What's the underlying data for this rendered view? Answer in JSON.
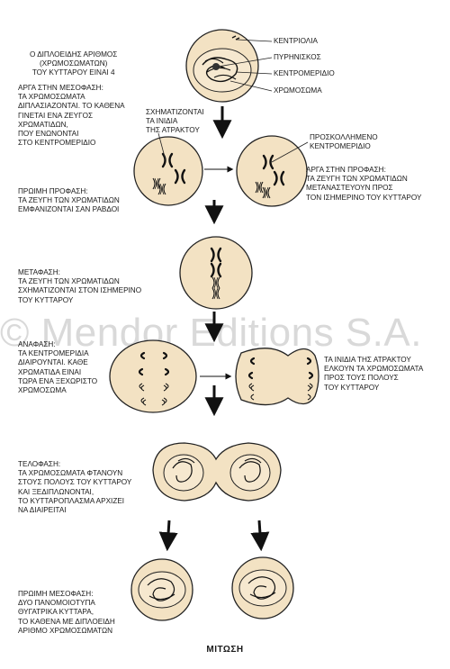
{
  "colors": {
    "cell_fill": "#f3e2c3",
    "stroke": "#222222",
    "chromosome": "#111111"
  },
  "watermark": "© Mendor Editions S.A.",
  "title": "ΜΙΤΩΣΗ",
  "labels": {
    "centrioles": "ΚΕΝΤΡΙΟΛΙΑ",
    "nucleolus": "ΠΥΡΗΝΙΣΚΟΣ",
    "centromere": "ΚΕΝΤΡΟΜΕΡΙΔΙΟ",
    "chromosome": "ΧΡΩΜΟΣΩΜΑ",
    "spindle": "ΣΧΗΜΑΤΙΖΟΝΤΑΙ\nΤΑ ΙΝΙΔΙΑ\nΤΗΣ ΑΤΡΑΚΤΟΥ",
    "attached_centromere": "ΠΡΟΣΚΟΛΛΗΜΕΝΟ\nΚΕΝΤΡΟΜΕΡΙΔΙΟ"
  },
  "captions": {
    "diploid": "Ο ΔΙΠΛΟΕΙΔΗΣ ΑΡΙΘΜΟΣ\n(ΧΡΩΜΟΣΩΜΑΤΩΝ)\nΤΟΥ ΚΥΤΤΑΡΟΥ ΕΙΝΑΙ 4",
    "late_interphase": "ΑΡΓΑ ΣΤΗΝ ΜΕΣΟΦΑΣΗ:\nΤΑ ΧΡΩΜΟΣΩΜΑΤΑ\nΔΙΠΛΑΣΙΑΖΟΝΤΑΙ. ΤΟ ΚΑΘΕΝΑ\nΓΙΝΕΤΑΙ ΕΝΑ ΖΕΥΓΟΣ\nΧΡΩΜΑΤΙΔΩΝ,\nΠΟΥ ΕΝΩΝΟΝΤΑΙ\nΣΤΟ ΚΕΝΤΡΟΜΕΡΙΔΙΟ",
    "early_prophase": "ΠΡΩΙΜΗ ΠΡΟΦΑΣΗ:\nΤΑ ΖΕΥΓΗ ΤΩΝ ΧΡΩΜΑΤΙΔΩΝ\nΕΜΦΑΝΙΖΟΝΤΑΙ ΣΑΝ ΡΑΒΔΟΙ",
    "late_prophase": "ΑΡΓΑ ΣΤΗΝ ΠΡΟΦΑΣΗ:\nΤΑ ΖΕΥΓΗ ΤΩΝ ΧΡΩΜΑΤΙΔΩΝ\nΜΕΤΑΝΑΣΤΕΥΟΥΝ ΠΡΟΣ\nΤΟΝ ΙΣΗΜΕΡΙΝΟ ΤΟΥ ΚΥΤΤΑΡΟΥ",
    "metaphase": "ΜΕΤΑΦΑΣΗ:\nΤΑ ΖΕΥΓΗ ΤΩΝ ΧΡΩΜΑΤΙΔΩΝ\nΣΧΗΜΑΤΙΖΟΝΤΑΙ ΣΤΟΝ ΙΣΗΜΕΡΙΝΟ\nΤΟΥ ΚΥΤΤΑΡΟΥ",
    "anaphase": "ΑΝΑΦΑΣΗ:\nΤΑ ΚΕΝΤΡΟΜΕΡΙΔΙΑ\nΔΙΑΙΡΟΥΝΤΑΙ. ΚΑΘΕ\nΧΡΩΜΑΤΙΔΑ ΕΙΝΑΙ\nΤΩΡΑ ΕΝΑ ΞΕΧΩΡΙΣΤΟ\nΧΡΩΜΟΣΩΜΑ",
    "spindle_pull": "ΤΑ ΙΝΙΔΙΑ ΤΗΣ ΑΤΡΑΚΤΟΥ\nΕΛΚΟΥΝ ΤΑ ΧΡΩΜΟΣΩΜΑΤΑ\nΠΡΟΣ ΤΟΥΣ ΠΟΛΟΥΣ\nΤΟΥ ΚΥΤΤΑΡΟΥ",
    "telophase": "ΤΕΛΟΦΑΣΗ:\nΤΑ ΧΡΩΜΟΣΩΜΑΤΑ ΦΤΑΝΟΥΝ\nΣΤΟΥΣ ΠΟΛΟΥΣ ΤΟΥ ΚΥΤΤΑΡΟΥ\nΚΑΙ ΞΕΔΙΠΛΩΝΟΝΤΑΙ,\nΤΟ ΚΥΤΤΑΡΟΠΛΑΣΜΑ ΑΡΧΙΖΕΙ\nΝΑ ΔΙΑΙΡΕΙΤΑΙ",
    "early_interphase": "ΠΡΩΙΜΗ ΜΕΣΟΦΑΣΗ:\nΔΥΟ ΠΑΝΟΜΟΙΟΤΥΠΑ\nΘΥΓΑΤΡΙΚΑ ΚΥΤΤΑΡΑ,\nΤΟ ΚΑΘΕΝΑ ΜΕ ΔΙΠΛΟΕΙΔΗ\nΑΡΙΘΜΟ ΧΡΩΜΟΣΩΜΑΤΩΝ"
  }
}
